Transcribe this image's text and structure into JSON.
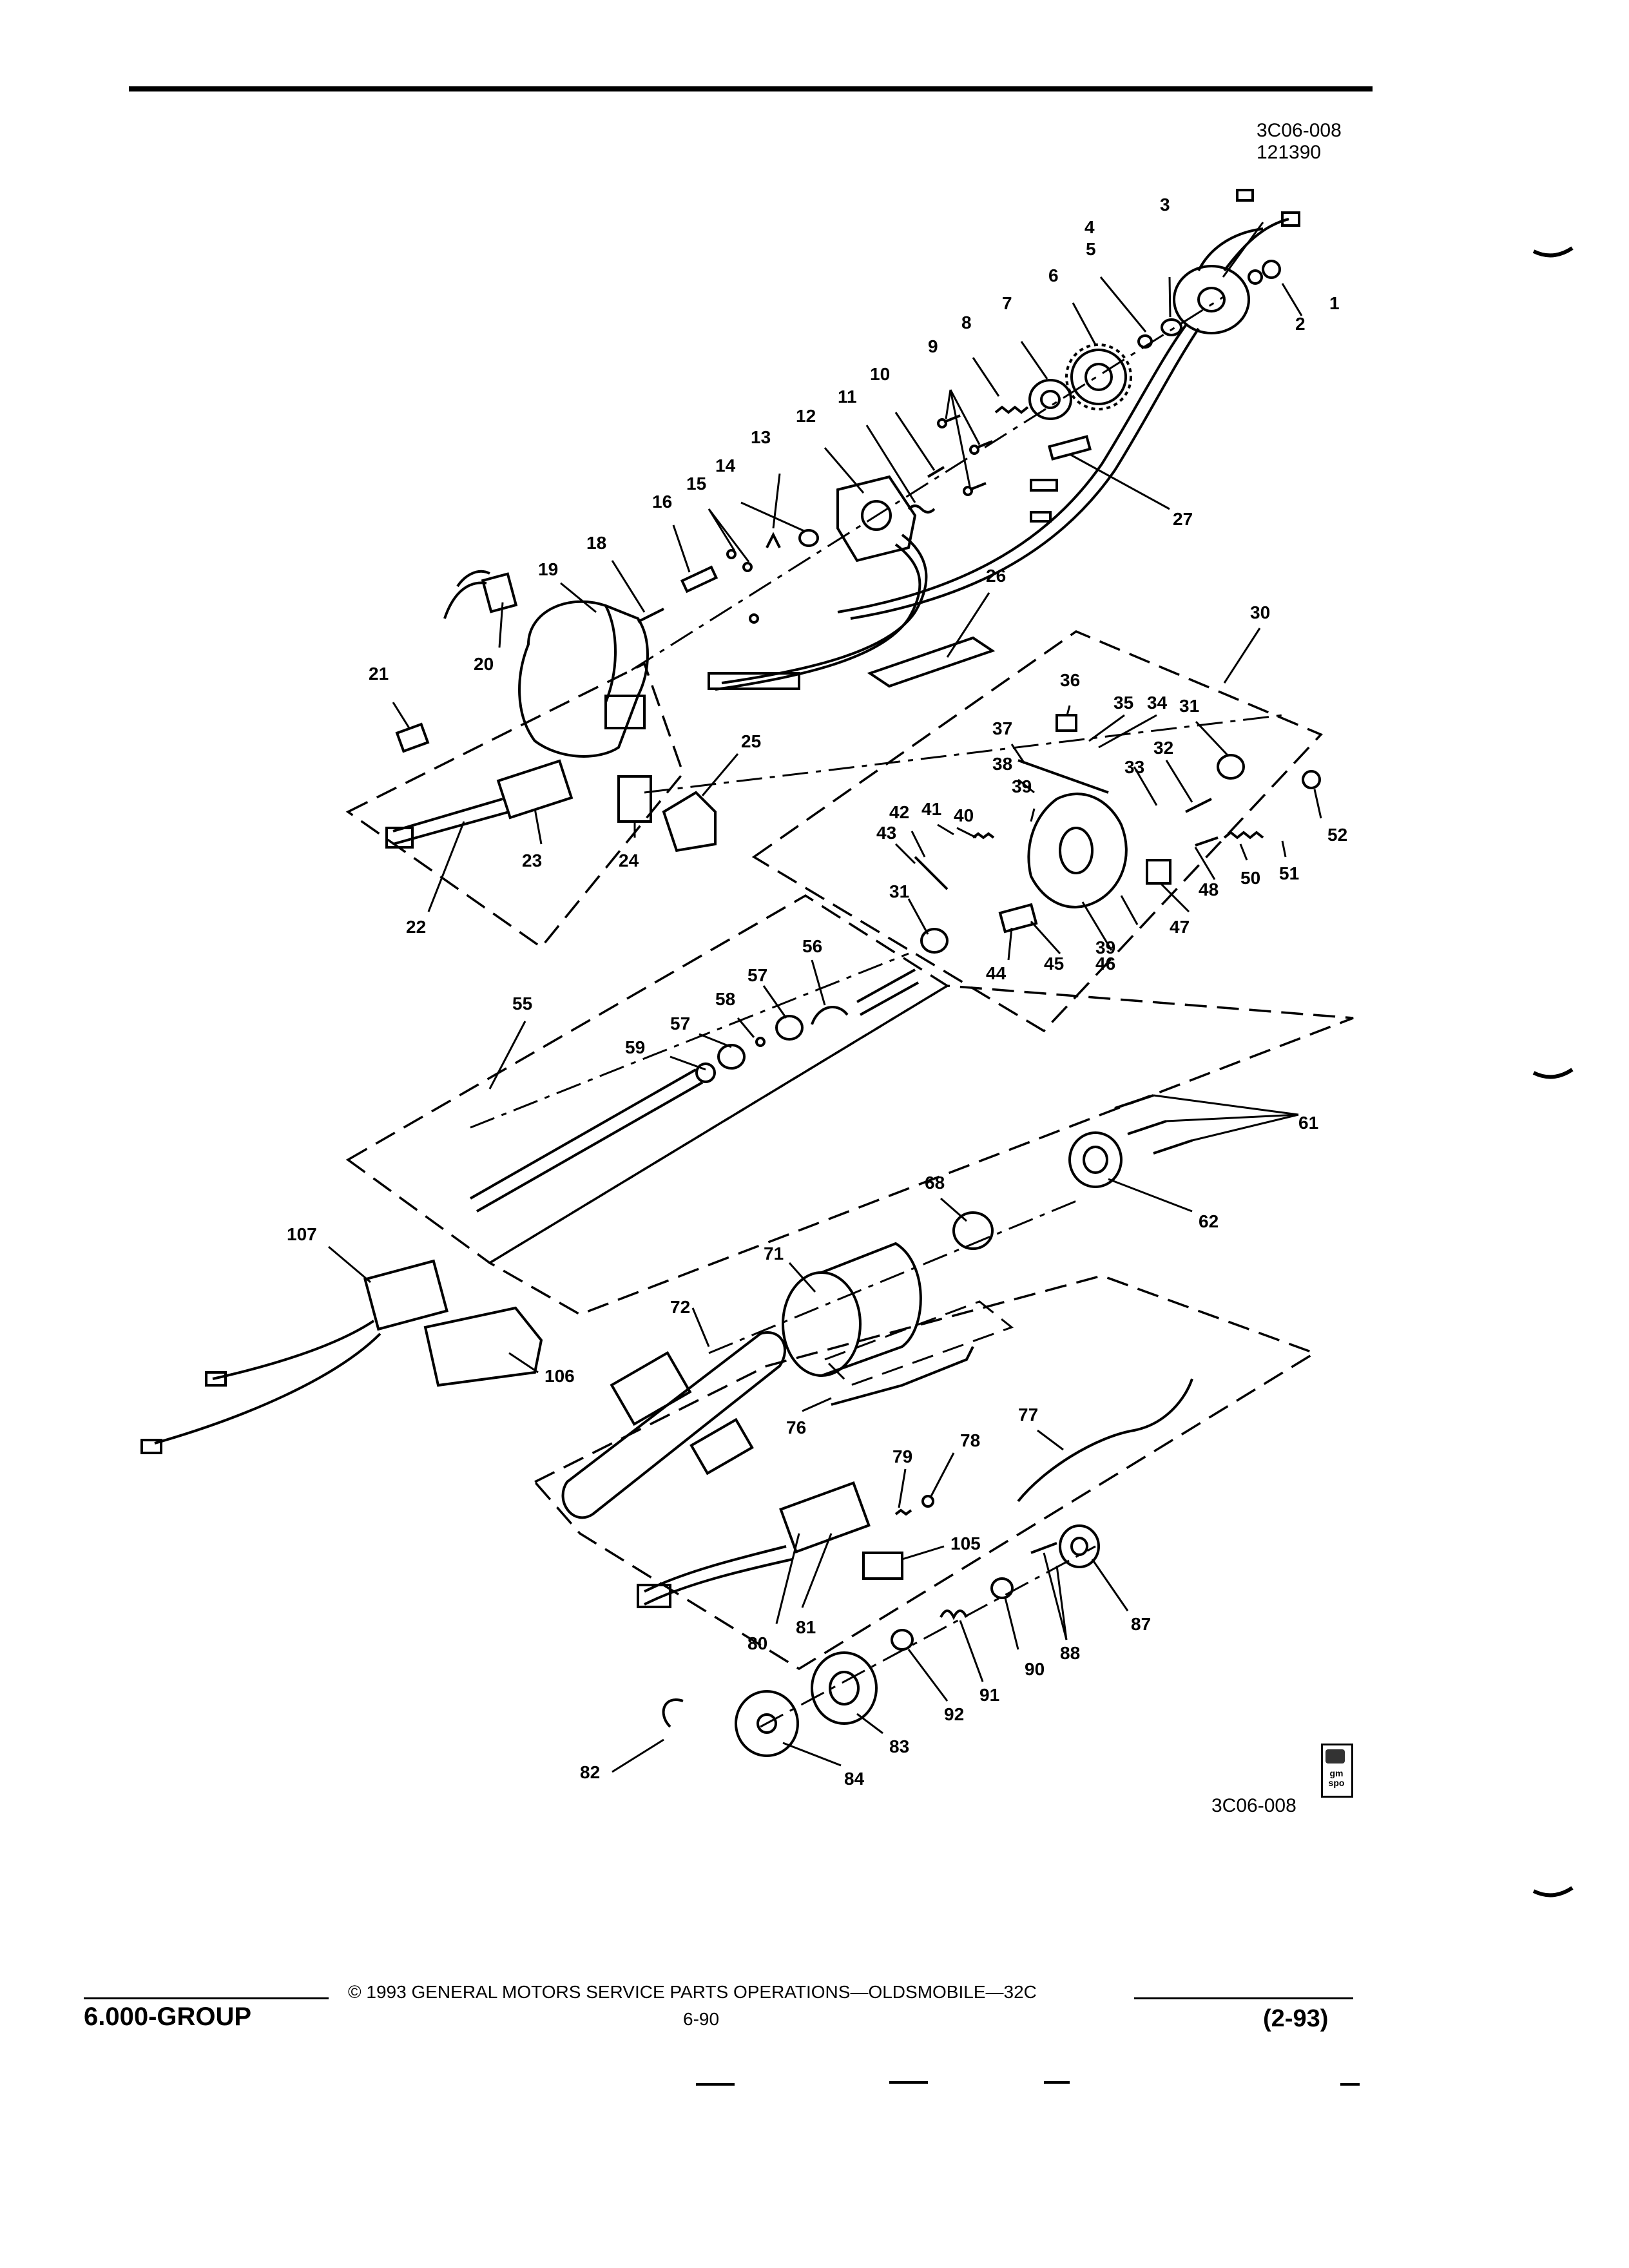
{
  "header": {
    "figure_code": "3C06-008",
    "figure_date": "121390"
  },
  "figure": {
    "bottom_code": "3C06-008",
    "badge_text": "gm spo",
    "callouts": [
      {
        "id": "c1",
        "text": "1"
      },
      {
        "id": "c2",
        "text": "2"
      },
      {
        "id": "c3",
        "text": "3"
      },
      {
        "id": "c4",
        "text": "4"
      },
      {
        "id": "c5",
        "text": "5"
      },
      {
        "id": "c6",
        "text": "6"
      },
      {
        "id": "c7",
        "text": "7"
      },
      {
        "id": "c8",
        "text": "8"
      },
      {
        "id": "c9",
        "text": "9"
      },
      {
        "id": "c10",
        "text": "10"
      },
      {
        "id": "c11",
        "text": "11"
      },
      {
        "id": "c12",
        "text": "12"
      },
      {
        "id": "c13",
        "text": "13"
      },
      {
        "id": "c14",
        "text": "14"
      },
      {
        "id": "c15",
        "text": "15"
      },
      {
        "id": "c16",
        "text": "16"
      },
      {
        "id": "c18",
        "text": "18"
      },
      {
        "id": "c19",
        "text": "19"
      },
      {
        "id": "c20",
        "text": "20"
      },
      {
        "id": "c21",
        "text": "21"
      },
      {
        "id": "c22",
        "text": "22"
      },
      {
        "id": "c23",
        "text": "23"
      },
      {
        "id": "c24",
        "text": "24"
      },
      {
        "id": "c25",
        "text": "25"
      },
      {
        "id": "c26",
        "text": "26"
      },
      {
        "id": "c27",
        "text": "27"
      },
      {
        "id": "c30",
        "text": "30"
      },
      {
        "id": "c31a",
        "text": "31"
      },
      {
        "id": "c31b",
        "text": "31"
      },
      {
        "id": "c32",
        "text": "32"
      },
      {
        "id": "c33",
        "text": "33"
      },
      {
        "id": "c34",
        "text": "34"
      },
      {
        "id": "c35",
        "text": "35"
      },
      {
        "id": "c36",
        "text": "36"
      },
      {
        "id": "c37",
        "text": "37"
      },
      {
        "id": "c38",
        "text": "38"
      },
      {
        "id": "c39a",
        "text": "39"
      },
      {
        "id": "c39b",
        "text": "39"
      },
      {
        "id": "c40",
        "text": "40"
      },
      {
        "id": "c41",
        "text": "41"
      },
      {
        "id": "c42",
        "text": "42"
      },
      {
        "id": "c43",
        "text": "43"
      },
      {
        "id": "c44",
        "text": "44"
      },
      {
        "id": "c45",
        "text": "45"
      },
      {
        "id": "c46",
        "text": "46"
      },
      {
        "id": "c47",
        "text": "47"
      },
      {
        "id": "c48",
        "text": "48"
      },
      {
        "id": "c50",
        "text": "50"
      },
      {
        "id": "c51",
        "text": "51"
      },
      {
        "id": "c52",
        "text": "52"
      },
      {
        "id": "c55",
        "text": "55"
      },
      {
        "id": "c56",
        "text": "56"
      },
      {
        "id": "c57a",
        "text": "57"
      },
      {
        "id": "c57b",
        "text": "57"
      },
      {
        "id": "c58",
        "text": "58"
      },
      {
        "id": "c59",
        "text": "59"
      },
      {
        "id": "c61",
        "text": "61"
      },
      {
        "id": "c62",
        "text": "62"
      },
      {
        "id": "c68",
        "text": "68"
      },
      {
        "id": "c71",
        "text": "71"
      },
      {
        "id": "c72",
        "text": "72"
      },
      {
        "id": "c76",
        "text": "76"
      },
      {
        "id": "c77",
        "text": "77"
      },
      {
        "id": "c78",
        "text": "78"
      },
      {
        "id": "c79",
        "text": "79"
      },
      {
        "id": "c80",
        "text": "80"
      },
      {
        "id": "c81",
        "text": "81"
      },
      {
        "id": "c82",
        "text": "82"
      },
      {
        "id": "c83",
        "text": "83"
      },
      {
        "id": "c84",
        "text": "84"
      },
      {
        "id": "c87",
        "text": "87"
      },
      {
        "id": "c88",
        "text": "88"
      },
      {
        "id": "c90",
        "text": "90"
      },
      {
        "id": "c91",
        "text": "91"
      },
      {
        "id": "c92",
        "text": "92"
      },
      {
        "id": "c105",
        "text": "105"
      },
      {
        "id": "c106",
        "text": "106"
      },
      {
        "id": "c107",
        "text": "107"
      }
    ]
  },
  "footer": {
    "group": "6.000-GROUP",
    "copyright": "© 1993 GENERAL MOTORS SERVICE PARTS OPERATIONS—OLDSMOBILE—32C",
    "page": "6-90",
    "date": "(2-93)"
  }
}
